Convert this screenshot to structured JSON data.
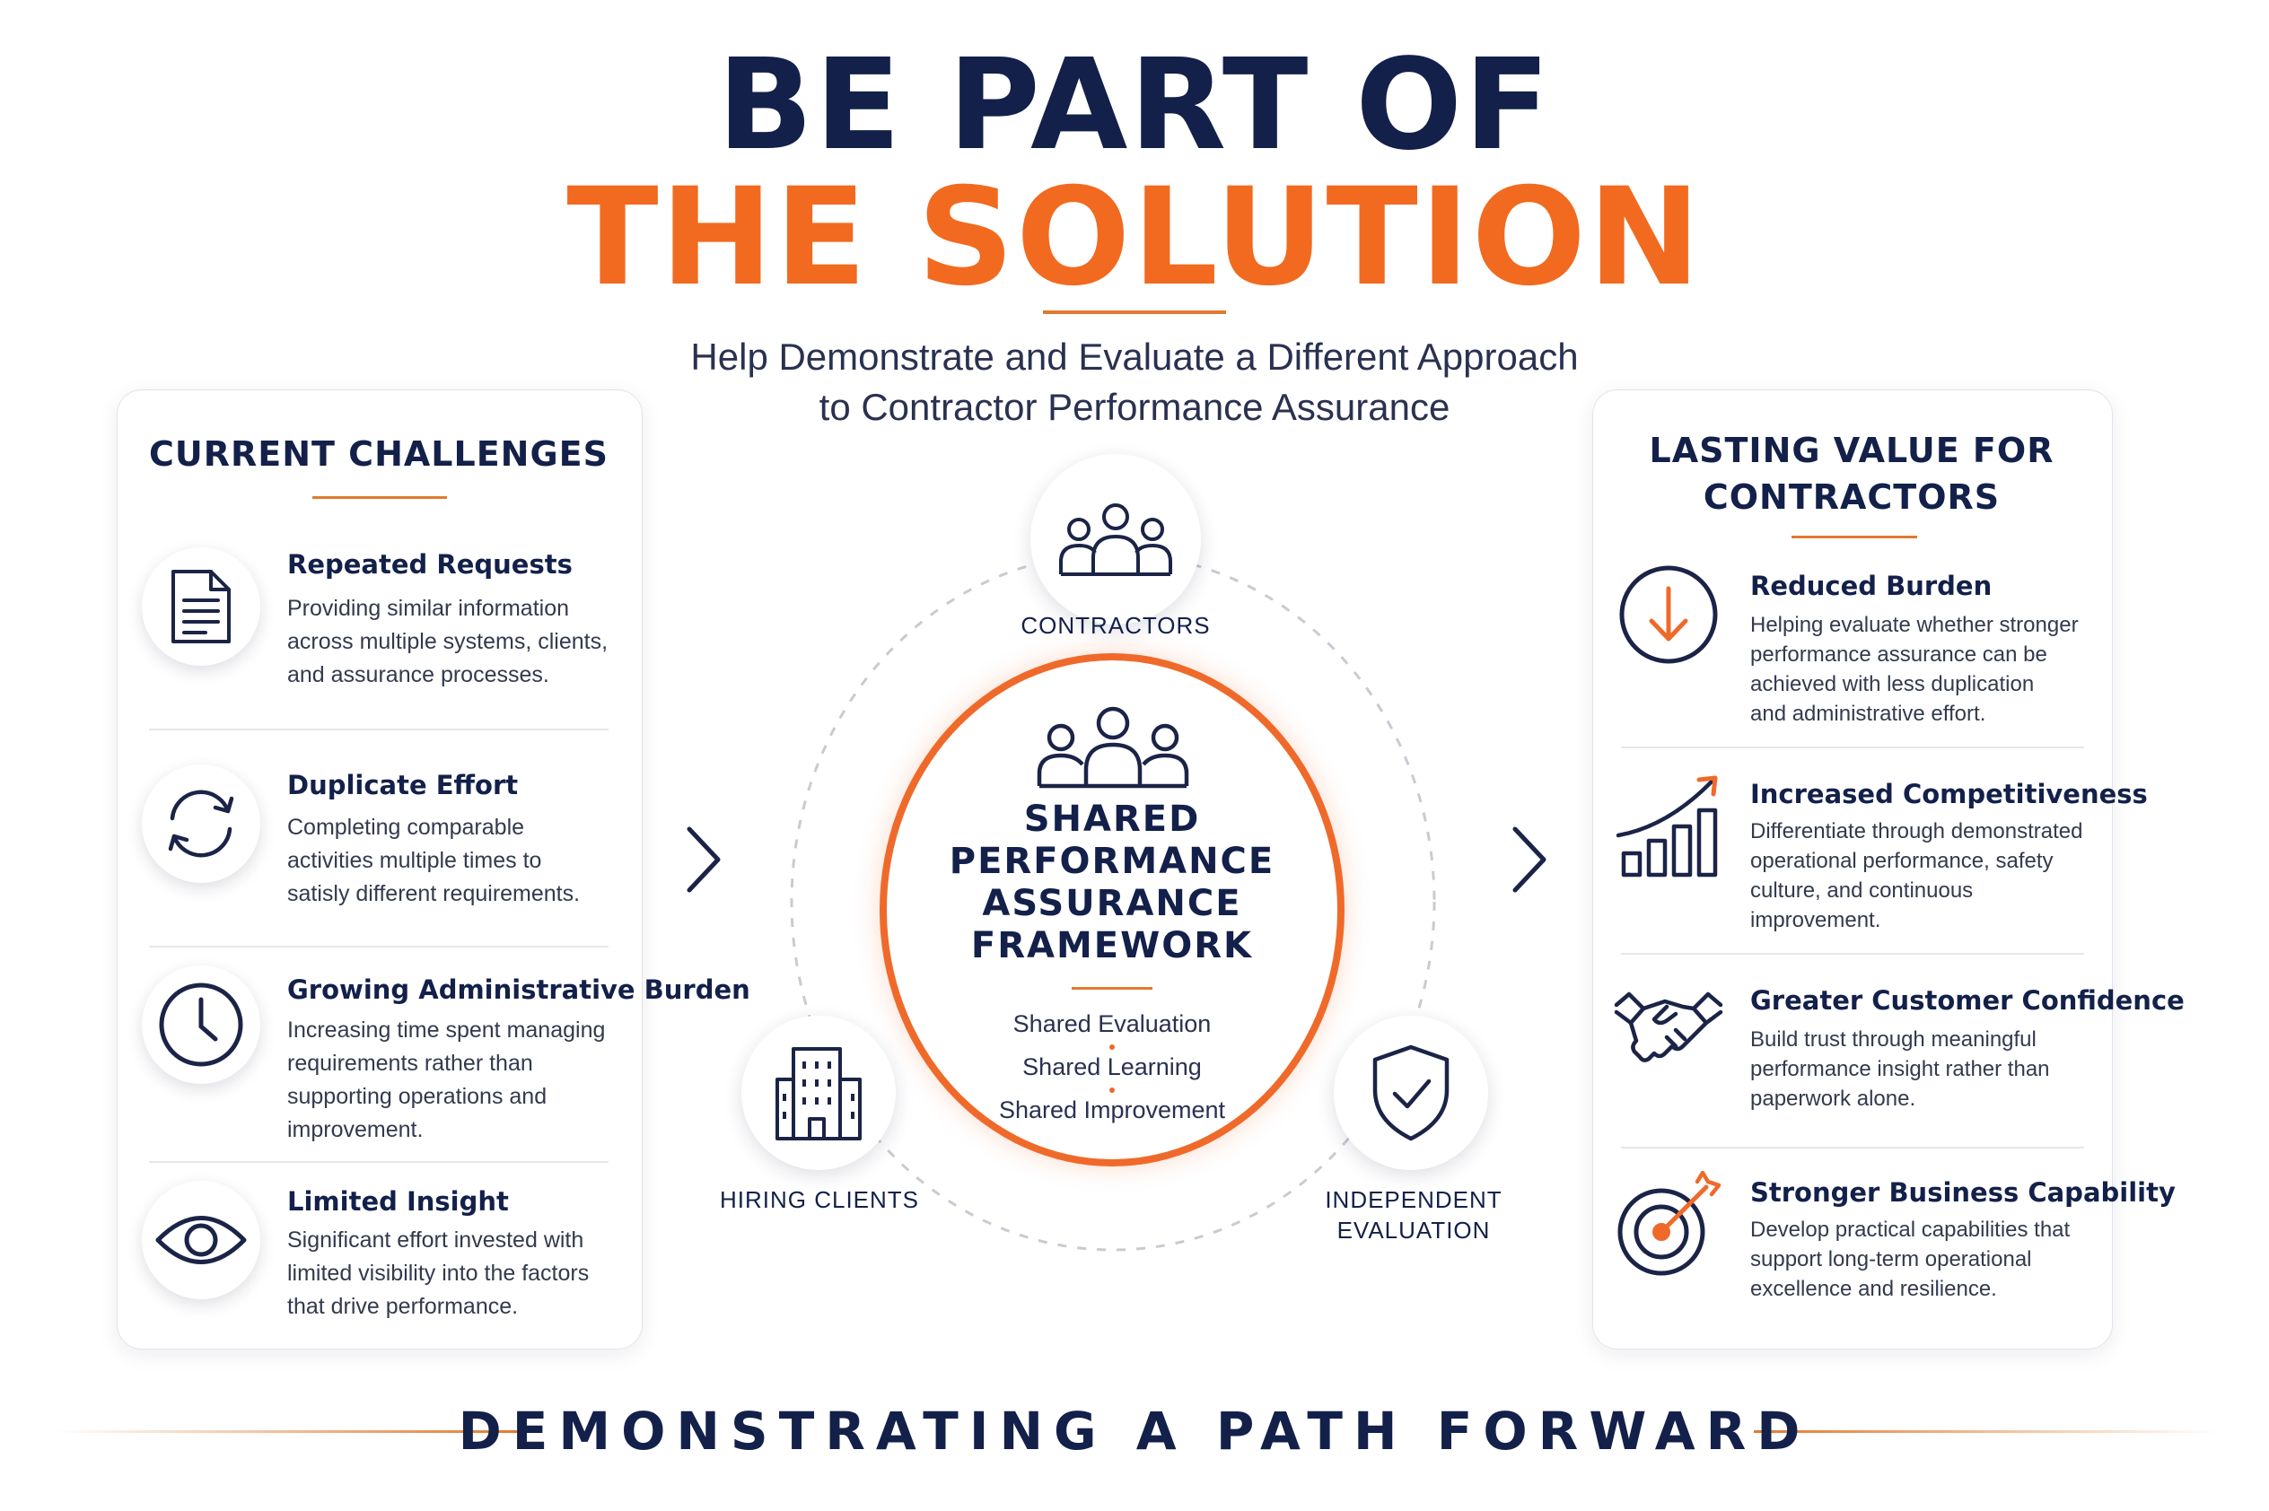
{
  "header": {
    "line1": "BE PART OF",
    "line2": "THE SOLUTION",
    "subtitle_line1": "Help Demonstrate and Evaluate a Different Approach",
    "subtitle_line2": "to Contractor Performance Assurance"
  },
  "left_panel": {
    "title": "CURRENT CHALLENGES",
    "items": [
      {
        "title": "Repeated Requests",
        "desc": [
          "Providing similar information",
          "across multiple systems, clients,",
          "and assurance processes."
        ],
        "icon": "document-icon"
      },
      {
        "title": "Duplicate Effort",
        "desc": [
          "Completing comparable",
          "activities multiple times to",
          "satisly different requirements."
        ],
        "icon": "refresh-icon"
      },
      {
        "title": "Growing Administrative Burden",
        "desc": [
          "Increasing time spent managing",
          "requirements rather than",
          "supporting operations and",
          "improvement."
        ],
        "icon": "clock-icon"
      },
      {
        "title": "Limited Insight",
        "desc": [
          "Significant effort invested with",
          "limited visibility into the factors",
          "that drive performance."
        ],
        "icon": "eye-icon"
      }
    ]
  },
  "center": {
    "nodes": {
      "top": "CONTRACTORS",
      "left": "HIRING CLIENTS",
      "right_line1": "INDEPENDENT",
      "right_line2": "EVALUATION"
    },
    "framework": {
      "title_lines": [
        "SHARED",
        "PERFORMANCE",
        "ASSURANCE",
        "FRAMEWORK"
      ],
      "items": [
        "Shared Evaluation",
        "Shared Learning",
        "Shared Improvement"
      ]
    }
  },
  "right_panel": {
    "title_line1": "LASTING VALUE FOR",
    "title_line2": "CONTRACTORS",
    "items": [
      {
        "title": "Reduced Burden",
        "desc": [
          "Helping evaluate whether stronger",
          "performance assurance can be",
          "achieved with less duplication",
          "and administrative effort."
        ],
        "icon": "arrow-down-icon"
      },
      {
        "title": "Increased Competitiveness",
        "desc": [
          "Differentiate through demonstrated",
          "operational performance, safety",
          "culture, and continuous",
          "improvement."
        ],
        "icon": "growth-chart-icon"
      },
      {
        "title": "Greater Customer Confidence",
        "desc": [
          "Build trust through meaningful",
          "performance insight rather than",
          "paperwork alone."
        ],
        "icon": "handshake-icon"
      },
      {
        "title": "Stronger Business Capability",
        "desc": [
          "Develop practical capabilities that",
          "support long-term operational",
          "excellence and resilience."
        ],
        "icon": "target-icon"
      }
    ]
  },
  "footer": {
    "text": "DEMONSTRATING A PATH FORWARD"
  },
  "colors": {
    "navy": "#13204a",
    "orange": "#f26a1f",
    "gray_line": "#e6e7ec"
  }
}
